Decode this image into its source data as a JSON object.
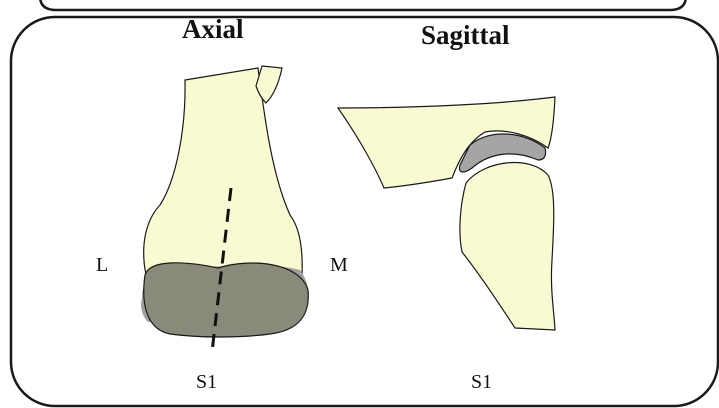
{
  "panels": {
    "axial": {
      "title": "Axial",
      "left_label": "L",
      "right_label": "M",
      "bottom_label": "S1"
    },
    "sagittal": {
      "title": "Sagittal",
      "bottom_label": "S1"
    }
  },
  "colors": {
    "bone": "#fafad2",
    "articular_surface": "#8a8a7a",
    "meniscus": "#a5a5a5",
    "outline": "#1a1a1a"
  }
}
